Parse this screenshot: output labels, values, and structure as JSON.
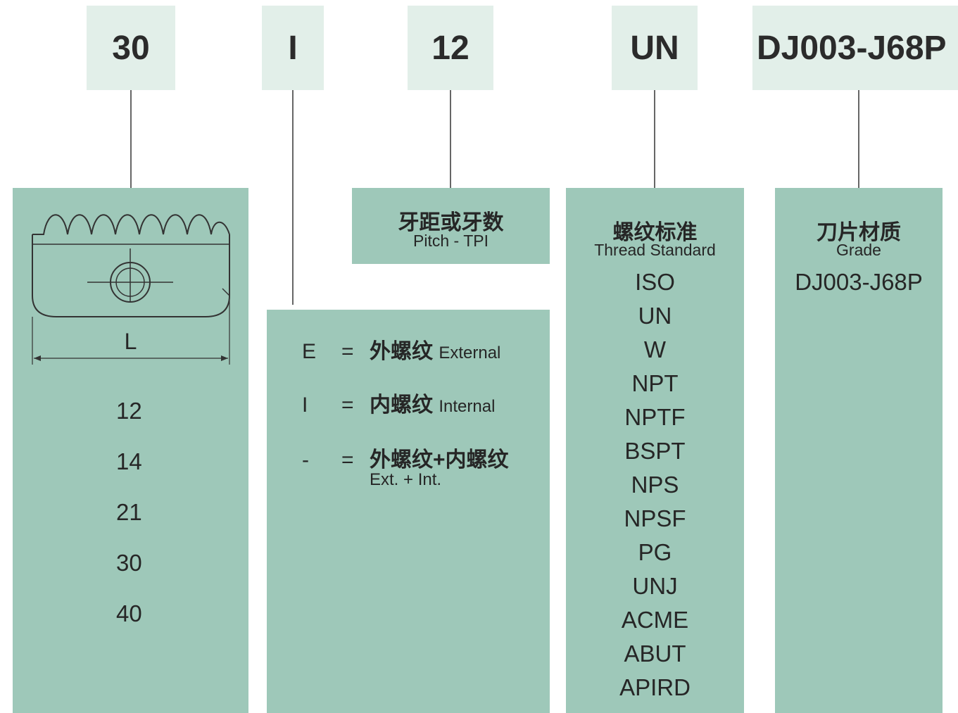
{
  "codes": {
    "length": "30",
    "type": "I",
    "pitch": "12",
    "standard": "UN",
    "grade": "DJ003-J68P"
  },
  "length_panel": {
    "dimension_label": "L",
    "values": [
      "12",
      "14",
      "21",
      "30",
      "40"
    ]
  },
  "type_panel": {
    "rows": [
      {
        "symbol": "E",
        "eq": "=",
        "cn": "外螺纹",
        "en": "External"
      },
      {
        "symbol": "I",
        "eq": "=",
        "cn": "内螺纹",
        "en": "Internal"
      },
      {
        "symbol": "-",
        "eq": "=",
        "cn": "外螺纹+内螺纹",
        "en": "Ext. + Int."
      }
    ]
  },
  "pitch_panel": {
    "title_cn": "牙距或牙数",
    "title_en": "Pitch - TPI"
  },
  "standard_panel": {
    "title_cn": "螺纹标准",
    "title_en": "Thread Standard",
    "items": [
      "ISO",
      "UN",
      "W",
      "NPT",
      "NPTF",
      "BSPT",
      "NPS",
      "NPSF",
      "PG",
      "UNJ",
      "ACME",
      "ABUT",
      "APIRD"
    ]
  },
  "grade_panel": {
    "title_cn": "刀片材质",
    "title_en": "Grade",
    "value": "DJ003-J68P"
  },
  "colors": {
    "code_box_bg": "#e2efe9",
    "panel_bg": "#9ec8b9",
    "connector": "#666666",
    "text": "#262626"
  }
}
